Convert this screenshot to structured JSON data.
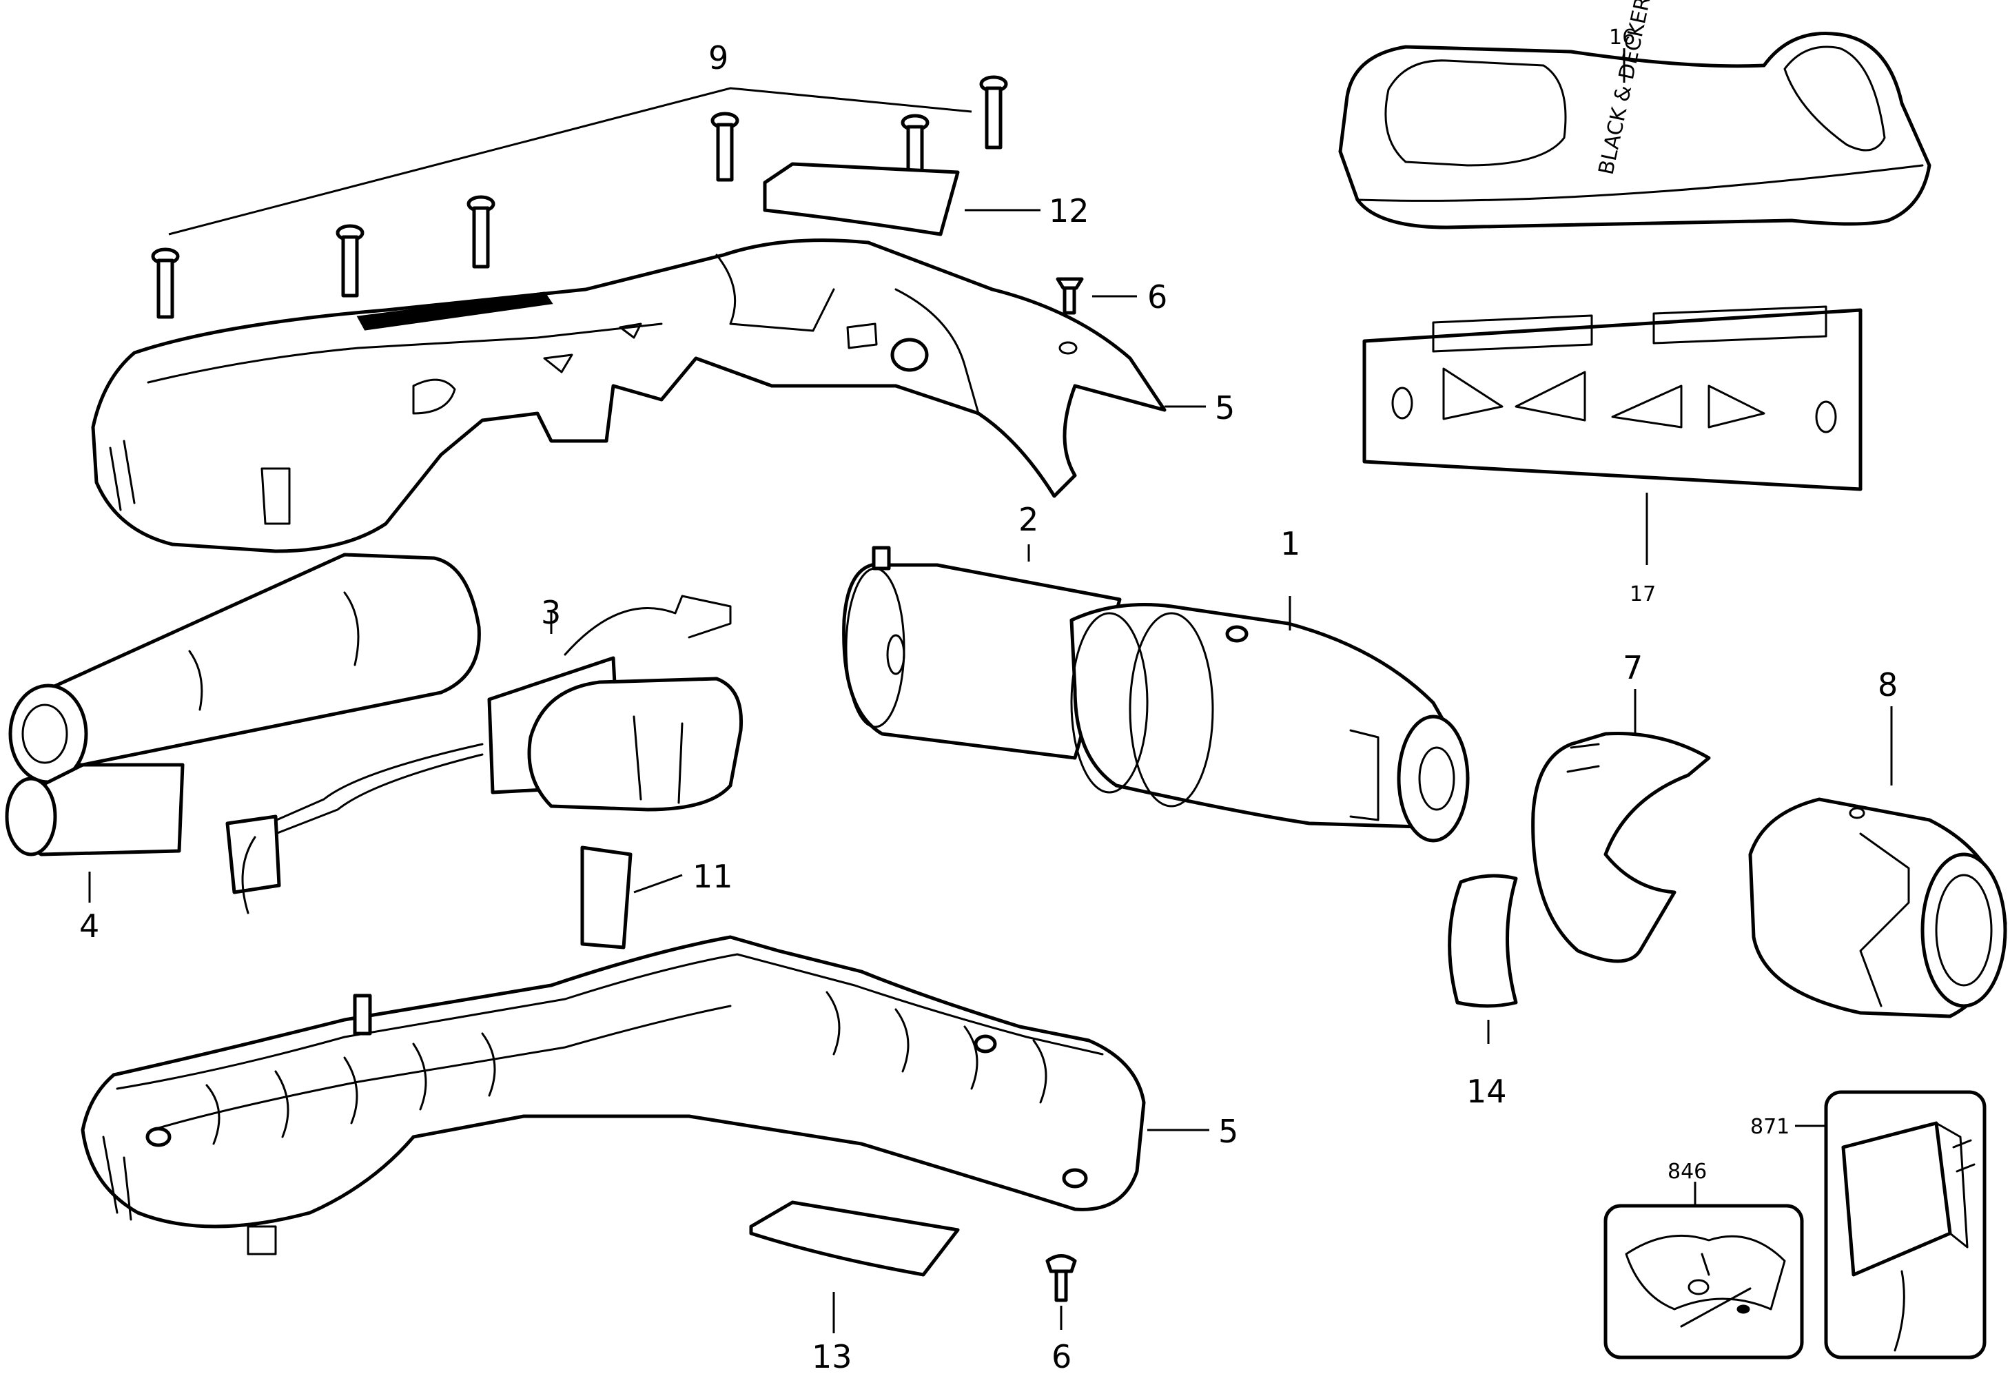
{
  "labels": {
    "housing_top_screws": "9",
    "label_top": "12",
    "screw_top": "6",
    "housing_top": "5",
    "charger_base": "16",
    "charger_logo": "BLACK & DECKER",
    "wall_plate": "17",
    "motor": "2",
    "gearbox": "1",
    "switch": "3",
    "battery": "4",
    "collar": "7",
    "nose_cap": "8",
    "pad": "11",
    "housing_bottom": "5",
    "band_label": "14",
    "label_bottom": "13",
    "screw_bottom": "6",
    "hardware_kit": "846",
    "charger_adapter": "871"
  }
}
